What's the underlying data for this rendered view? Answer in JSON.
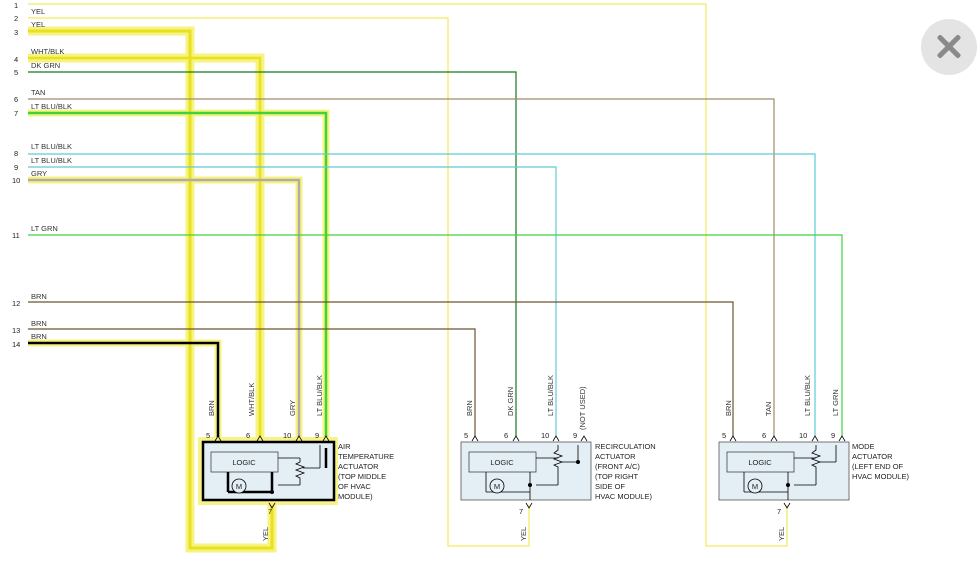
{
  "colors": {
    "yellow": "#f3e95a",
    "highlight": "#f6f27a",
    "dk_grn": "#137a1e",
    "tan": "#a08a6a",
    "lt_blu": "#5fcbd6",
    "lt_grn": "#3fd23f",
    "brn": "#6b5432",
    "gry": "#b3aaaa",
    "box_fill": "#e3eef5"
  },
  "icons": {
    "close": "close-icon",
    "motor": "motor-icon"
  },
  "wires": [
    {
      "pin": "1",
      "label": ""
    },
    {
      "pin": "2",
      "label": "YEL"
    },
    {
      "pin": "3",
      "label": "YEL"
    },
    {
      "pin": "4",
      "label": "WHT/BLK"
    },
    {
      "pin": "5",
      "label": "DK GRN"
    },
    {
      "pin": "6",
      "label": "TAN"
    },
    {
      "pin": "7",
      "label": "LT BLU/BLK"
    },
    {
      "pin": "8",
      "label": "LT BLU/BLK"
    },
    {
      "pin": "9",
      "label": "LT BLU/BLK"
    },
    {
      "pin": "10",
      "label": "GRY"
    },
    {
      "pin": "11",
      "label": "LT GRN"
    },
    {
      "pin": "12",
      "label": "BRN"
    },
    {
      "pin": "13",
      "label": "BRN"
    },
    {
      "pin": "14",
      "label": "BRN"
    }
  ],
  "actuators": [
    {
      "logic": "LOGIC",
      "motor": "M",
      "caption": [
        "AIR",
        "TEMPERATURE",
        "ACTUATOR",
        "(TOP MIDDLE",
        "OF HVAC",
        "MODULE)"
      ],
      "ground_pin": "7",
      "ground_color": "YEL",
      "pins": [
        {
          "num": "5",
          "color": "BRN"
        },
        {
          "num": "6",
          "color": "WHT/BLK"
        },
        {
          "num": "10",
          "color": "GRY"
        },
        {
          "num": "9",
          "color": "LT BLU/BLK"
        }
      ]
    },
    {
      "logic": "LOGIC",
      "motor": "M",
      "caption": [
        "RECIRCULATION",
        "ACTUATOR",
        "(FRONT A/C)",
        "(TOP RIGHT",
        "SIDE OF",
        "HVAC MODULE)"
      ],
      "ground_pin": "7",
      "ground_color": "YEL",
      "pins": [
        {
          "num": "5",
          "color": "BRN"
        },
        {
          "num": "6",
          "color": "DK GRN"
        },
        {
          "num": "10",
          "color": "LT BLU/BLK"
        },
        {
          "num": "9",
          "color": "(NOT USED)"
        }
      ]
    },
    {
      "logic": "LOGIC",
      "motor": "M",
      "caption": [
        "MODE",
        "ACTUATOR",
        "(LEFT END OF",
        "HVAC MODULE)"
      ],
      "ground_pin": "7",
      "ground_color": "YEL",
      "pins": [
        {
          "num": "5",
          "color": "BRN"
        },
        {
          "num": "6",
          "color": "TAN"
        },
        {
          "num": "10",
          "color": "LT BLU/BLK"
        },
        {
          "num": "9",
          "color": "LT GRN"
        }
      ]
    }
  ]
}
